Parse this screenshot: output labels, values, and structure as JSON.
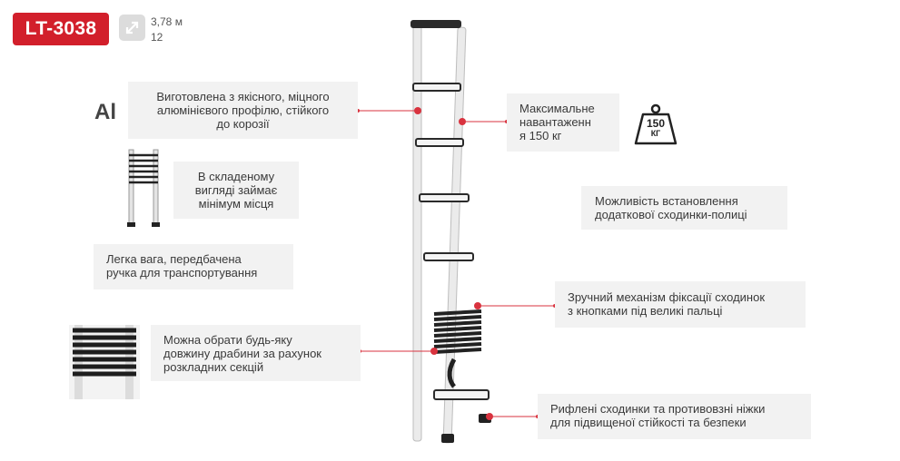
{
  "badge": "LT-3038",
  "specs": {
    "height": "3,78 м",
    "steps": "12"
  },
  "material_symbol": "Al",
  "weight_icon_label": {
    "value": "150",
    "unit": "КГ"
  },
  "features": {
    "aluminium": [
      "Виготовлена з якісного, міцного",
      "алюмінієвого профілю, стійкого",
      "до корозії"
    ],
    "folded": [
      "В складеному",
      "вигляді займає",
      "мінімум місця"
    ],
    "lightweight": [
      "Легка вага, передбачена",
      "ручка для транспортування"
    ],
    "length": [
      "Можна обрати будь-яку",
      "довжину драбини за рахунок",
      "розкладних секцій"
    ],
    "max_load": [
      "Максимальне",
      "навантаженн",
      "я 150 кг"
    ],
    "shelf": [
      "Можливість встановлення",
      "додаткової сходинки-полиці"
    ],
    "lock": [
      "Зручний механізм фіксації сходинок",
      "з кнопками під великі пальці"
    ],
    "feet": [
      "Рифлені сходинки та противовзні ніжки",
      "для підвищеної стійкості та безпеки"
    ]
  },
  "colors": {
    "accent": "#d21f2b",
    "box_bg": "#f2f2f2",
    "ladder_rail": "#e8e8e8",
    "step_dark": "#2a2a2a"
  },
  "icons": [
    "expand-arrows-icon",
    "weight-150kg-icon"
  ]
}
